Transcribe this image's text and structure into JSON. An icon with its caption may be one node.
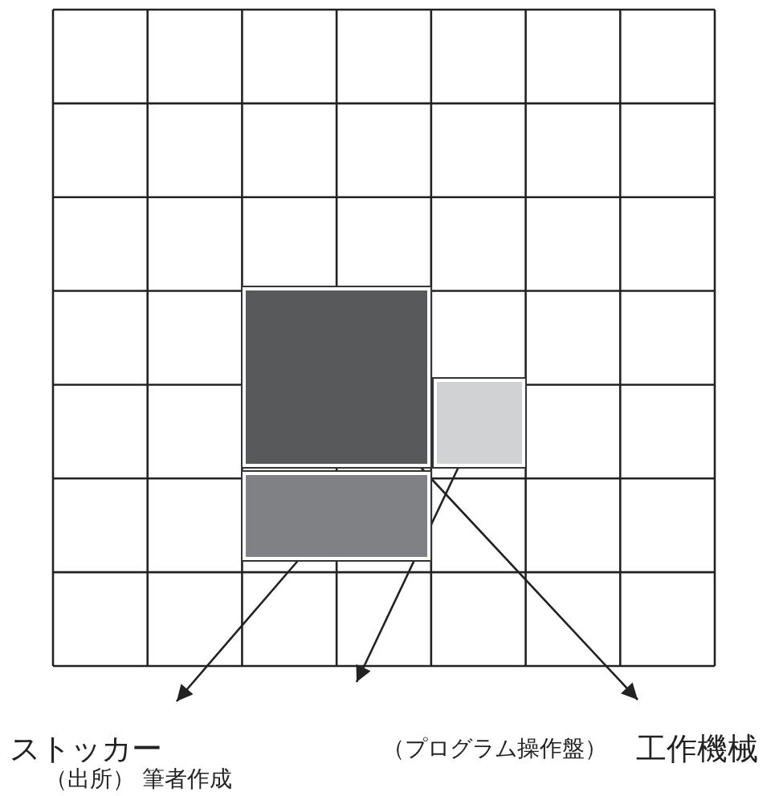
{
  "diagram": {
    "caption": "（出所） 筆者作成",
    "nodes": [
      {
        "text": [],
        "shape": "box"
      },
      {
        "text": [],
        "shape": "box"
      },
      {
        "text": [],
        "shape": "box"
      },
      {
        "text": [
          "ストッカー"
        ]
      },
      {
        "text": [
          "（プログラム操作盤）"
        ]
      },
      {
        "text": [
          "工作機械"
        ]
      }
    ],
    "edges": [
      {
        "from": 2,
        "to": 3,
        "arrow": "to"
      },
      {
        "from": 1,
        "to": 4,
        "arrow": "to"
      },
      {
        "from": 0,
        "to": 5,
        "arrow": "to"
      }
    ]
  }
}
